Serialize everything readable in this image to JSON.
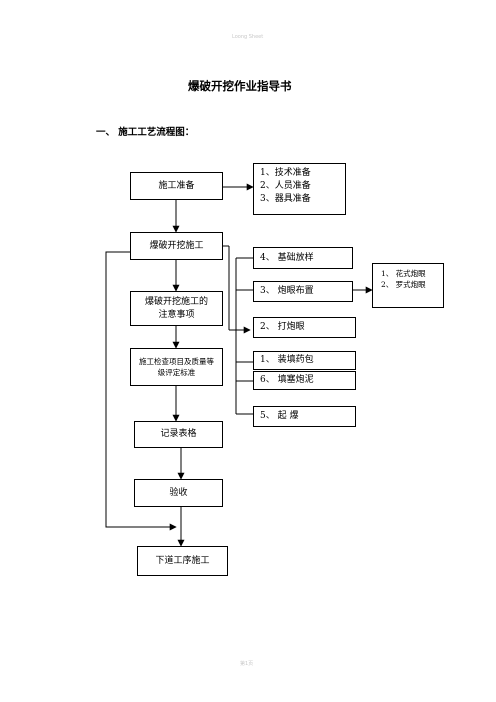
{
  "header_mark": "Loong Sheet",
  "footer_mark": "第1页",
  "title": "爆破开挖作业指导书",
  "section_heading": "一、 施工工艺流程图：",
  "flow": {
    "prep": "施工准备",
    "prep_items": [
      "1、技术准备",
      "2、人员准备",
      "3、器具准备"
    ],
    "blast": "爆破开挖施工",
    "notes": "爆破开挖施工的注意事项",
    "inspection": "施工检查项目及质量等级评定标准",
    "record": "记录表格",
    "accept": "验收",
    "next": "下道工序施工",
    "step_foundation": "4、 基础放样",
    "step_layout": "3、 炮眼布置",
    "layout_options": [
      "1、    花式炮眼",
      "2、    罗式炮眼"
    ],
    "step_drill": "2、 打炮眼",
    "step_charge": "1、 装填药包",
    "step_stem": "6、 填塞炮泥",
    "step_blast": "5、 起      爆"
  }
}
